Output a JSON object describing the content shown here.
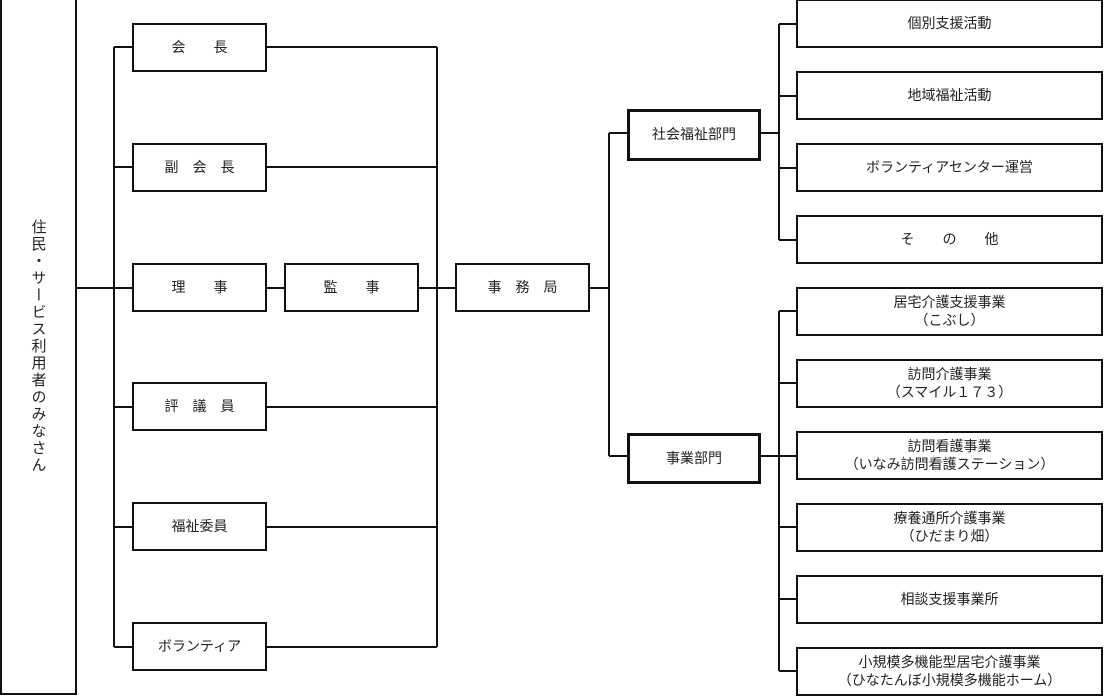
{
  "residents": "住民・サービス利用者のみなさん",
  "board": [
    {
      "label": "会　　長"
    },
    {
      "label": "副　会　長"
    },
    {
      "label": "理　　事"
    },
    {
      "label": "評　議　員"
    },
    {
      "label": "福祉委員"
    },
    {
      "label": "ボランティア"
    }
  ],
  "auditor": "監　　事",
  "secretariat": "事　務　局",
  "social_welfare_dept": {
    "label": "社会福祉部門",
    "items": [
      {
        "line1": "個別支援活動"
      },
      {
        "line1": "地域福祉活動"
      },
      {
        "line1": "ボランティアセンター運営"
      },
      {
        "line1": "そ　　の　　他"
      }
    ]
  },
  "business_dept": {
    "label": "事業部門",
    "items": [
      {
        "line1": "居宅介護支援事業",
        "line2": "（こぶし）"
      },
      {
        "line1": "訪問介護事業",
        "line2": "（スマイル１７３）"
      },
      {
        "line1": "訪問看護事業",
        "line2": "（いなみ訪問看護ステーション）"
      },
      {
        "line1": "療養通所介護事業",
        "line2": "（ひだまり畑）"
      },
      {
        "line1": "相談支援事業所"
      },
      {
        "line1": "小規模多機能型居宅介護事業",
        "line2": "（ひなたんぼ小規模多機能ホーム）"
      }
    ]
  }
}
